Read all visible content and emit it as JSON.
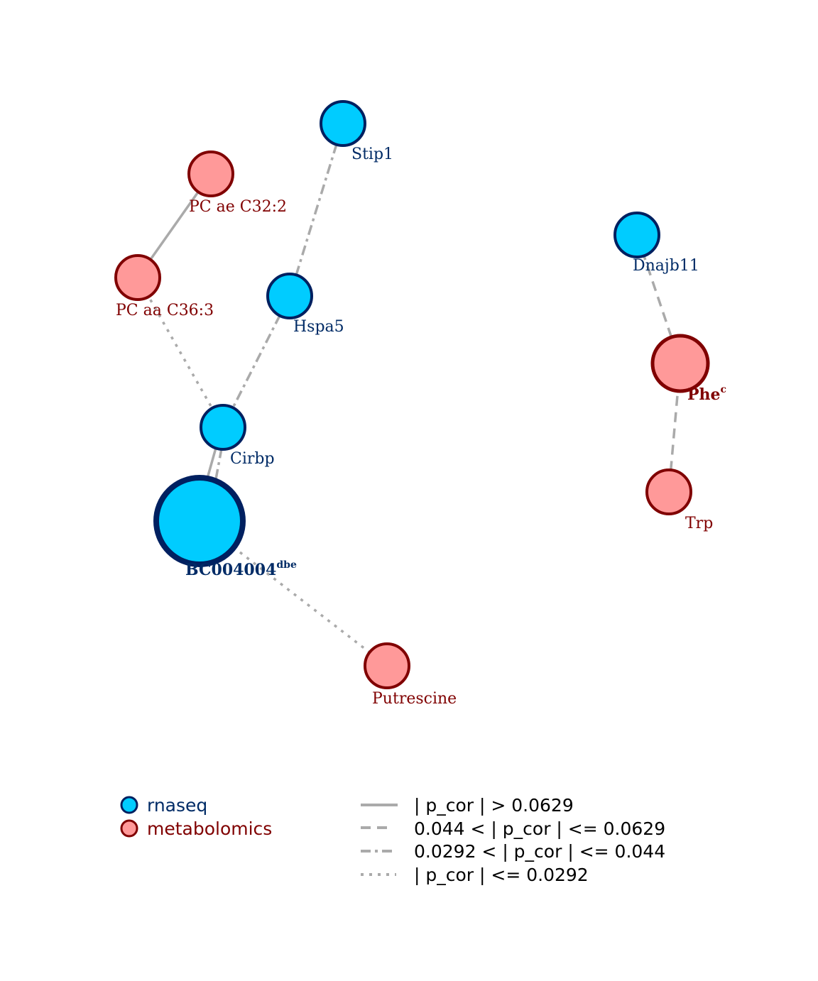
{
  "colors": {
    "rnaseq_fill": "#00ccff",
    "rnaseq_stroke": "#002060",
    "rnaseq_text": "#002b66",
    "metabolomics_fill": "#ff9999",
    "metabolomics_stroke": "#800000",
    "metabolomics_text": "#800000",
    "edge": "#aaaaaa"
  },
  "nodes": [
    {
      "id": "Stip1",
      "label": "Stip1",
      "sup": "",
      "group": "rnaseq",
      "size": "normal",
      "bold": false
    },
    {
      "id": "PCae",
      "label": "PC ae C32:2",
      "sup": "",
      "group": "metabolomics",
      "size": "normal",
      "bold": false
    },
    {
      "id": "PCaa",
      "label": "PC aa C36:3",
      "sup": "",
      "group": "metabolomics",
      "size": "normal",
      "bold": false
    },
    {
      "id": "Hspa5",
      "label": "Hspa5",
      "sup": "",
      "group": "rnaseq",
      "size": "normal",
      "bold": false
    },
    {
      "id": "Cirbp",
      "label": "Cirbp",
      "sup": "",
      "group": "rnaseq",
      "size": "normal",
      "bold": false
    },
    {
      "id": "BC004004",
      "label": "BC004004",
      "sup": "dbe",
      "group": "rnaseq",
      "size": "large",
      "bold": true
    },
    {
      "id": "Putrescine",
      "label": "Putrescine",
      "sup": "",
      "group": "metabolomics",
      "size": "normal",
      "bold": false
    },
    {
      "id": "Dnajb11",
      "label": "Dnajb11",
      "sup": "",
      "group": "rnaseq",
      "size": "normal",
      "bold": false
    },
    {
      "id": "Phe",
      "label": "Phe",
      "sup": "c",
      "group": "metabolomics",
      "size": "medium",
      "bold": true
    },
    {
      "id": "Trp",
      "label": "Trp",
      "sup": "",
      "group": "metabolomics",
      "size": "normal",
      "bold": false
    }
  ],
  "edges": [
    {
      "source": "PCae",
      "target": "PCaa",
      "style": "solid"
    },
    {
      "source": "Stip1",
      "target": "Hspa5",
      "style": "dashdot"
    },
    {
      "source": "PCaa",
      "target": "Cirbp",
      "style": "dotted"
    },
    {
      "source": "Hspa5",
      "target": "Cirbp",
      "style": "dashdot"
    },
    {
      "source": "Cirbp",
      "target": "BC004004",
      "style": "solid"
    },
    {
      "source": "Cirbp",
      "target": "BC004004",
      "style": "dashdot"
    },
    {
      "source": "BC004004",
      "target": "Putrescine",
      "style": "dotted"
    },
    {
      "source": "Dnajb11",
      "target": "Phe",
      "style": "dashed"
    },
    {
      "source": "Phe",
      "target": "Trp",
      "style": "dashed"
    }
  ],
  "legend": {
    "groups": [
      {
        "label": "rnaseq",
        "group": "rnaseq"
      },
      {
        "label": "metabolomics",
        "group": "metabolomics"
      }
    ],
    "edge_styles": [
      {
        "label": "| p_cor | > 0.0629",
        "style": "solid"
      },
      {
        "label": "0.044 < | p_cor | <= 0.0629",
        "style": "dashed"
      },
      {
        "label": "0.0292 < | p_cor | <= 0.044",
        "style": "dashdot"
      },
      {
        "label": "| p_cor | <= 0.0292",
        "style": "dotted"
      }
    ]
  }
}
